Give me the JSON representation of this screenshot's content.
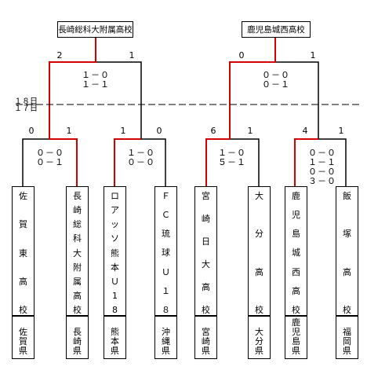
{
  "champions": [
    "長崎総科大附属高校",
    "鹿児島城西高校"
  ],
  "dates": {
    "semifinal": "１８日",
    "first_round": "１７日"
  },
  "semifinals": [
    {
      "left_score": "2",
      "right_score": "1",
      "halves": [
        "１－０",
        "１－１"
      ]
    },
    {
      "left_score": "0",
      "right_score": "1",
      "halves": [
        "０－０",
        "０－１"
      ]
    }
  ],
  "first_round": [
    {
      "left_score": "0",
      "right_score": "1",
      "halves": [
        "０－０",
        "０－１"
      ]
    },
    {
      "left_score": "1",
      "right_score": "0",
      "halves": [
        "１－０",
        "０－０"
      ]
    },
    {
      "left_score": "6",
      "right_score": "1",
      "halves": [
        "１－０",
        "５－１"
      ]
    },
    {
      "left_score": "4",
      "right_score": "1",
      "halves": [
        "０－０",
        "１－１",
        "０－０",
        "３－０"
      ]
    }
  ],
  "teams": [
    {
      "name": "佐賀東高校",
      "pref": "佐賀県"
    },
    {
      "name": "長崎総科大附属高校",
      "pref": "長崎県"
    },
    {
      "name": "ロアッソ熊本Ｕ18",
      "pref": "熊本県"
    },
    {
      "name": "ＦＣ琉球Ｕ１８",
      "pref": "沖縄県"
    },
    {
      "name": "宮崎日大高校",
      "pref": "宮崎県"
    },
    {
      "name": "大分高校",
      "pref": "大分県"
    },
    {
      "name": "鹿児島城西高校",
      "pref": "鹿児島県"
    },
    {
      "name": "飯塚高校",
      "pref": "福岡県"
    }
  ],
  "colors": {
    "win_line": "#d40000",
    "line": "#000000"
  }
}
